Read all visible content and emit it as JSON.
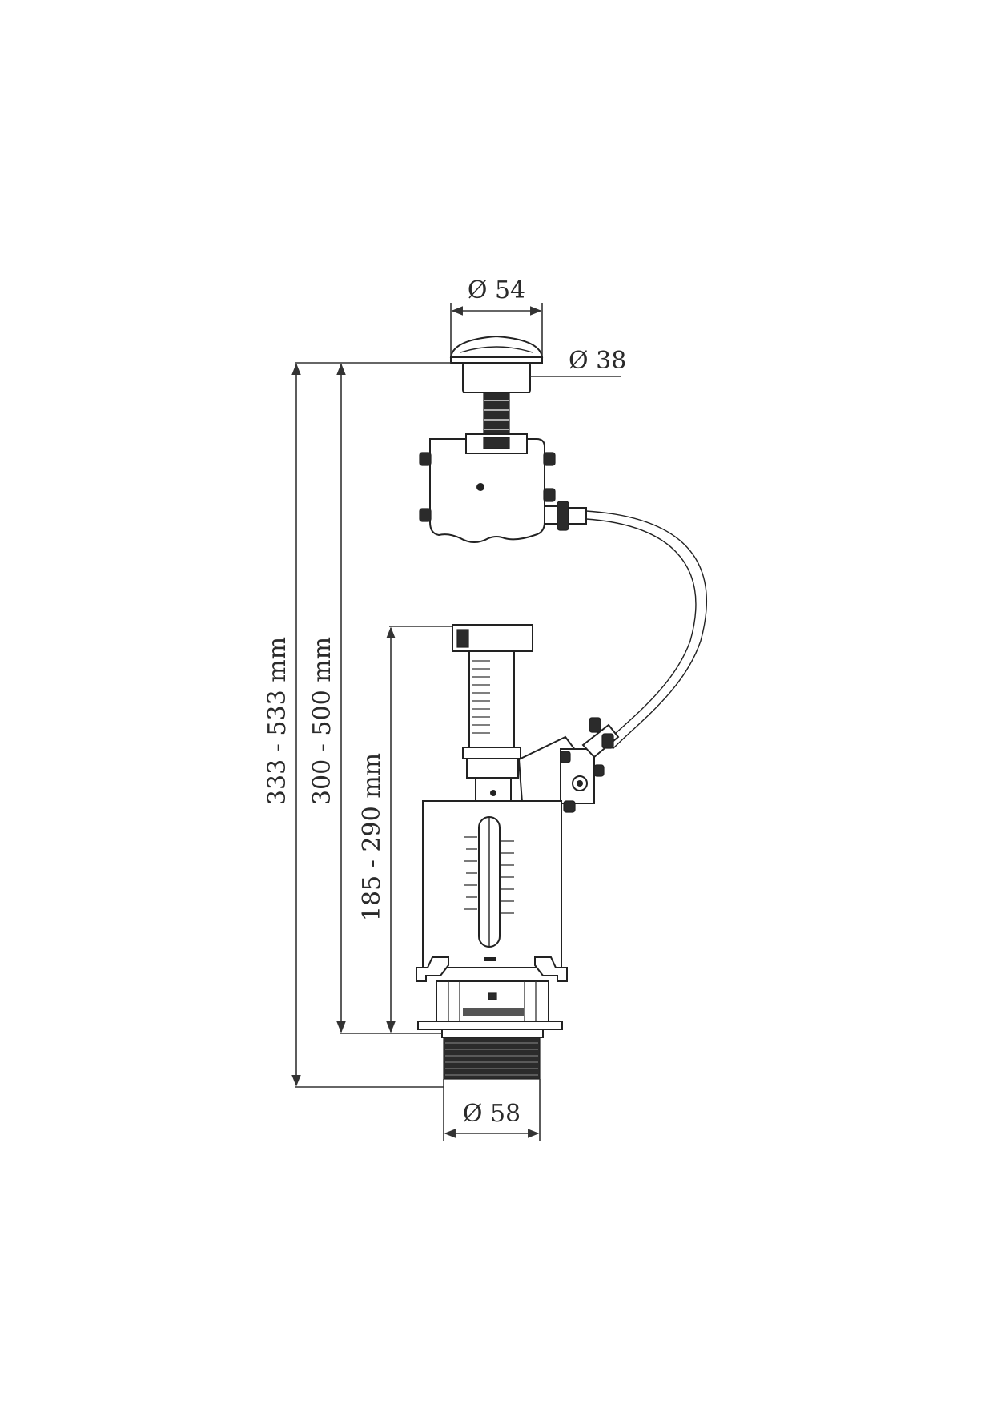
{
  "dimensions": {
    "top_button_diameter": "Ø 54",
    "button_hole_diameter": "Ø 38",
    "outlet_diameter": "Ø 58",
    "total_height": "333 - 533 mm",
    "valve_height": "300 - 500 mm",
    "body_height": "185 - 290 mm"
  },
  "colors": {
    "line": "#222222",
    "text": "#2a2a2a",
    "background": "#ffffff"
  }
}
